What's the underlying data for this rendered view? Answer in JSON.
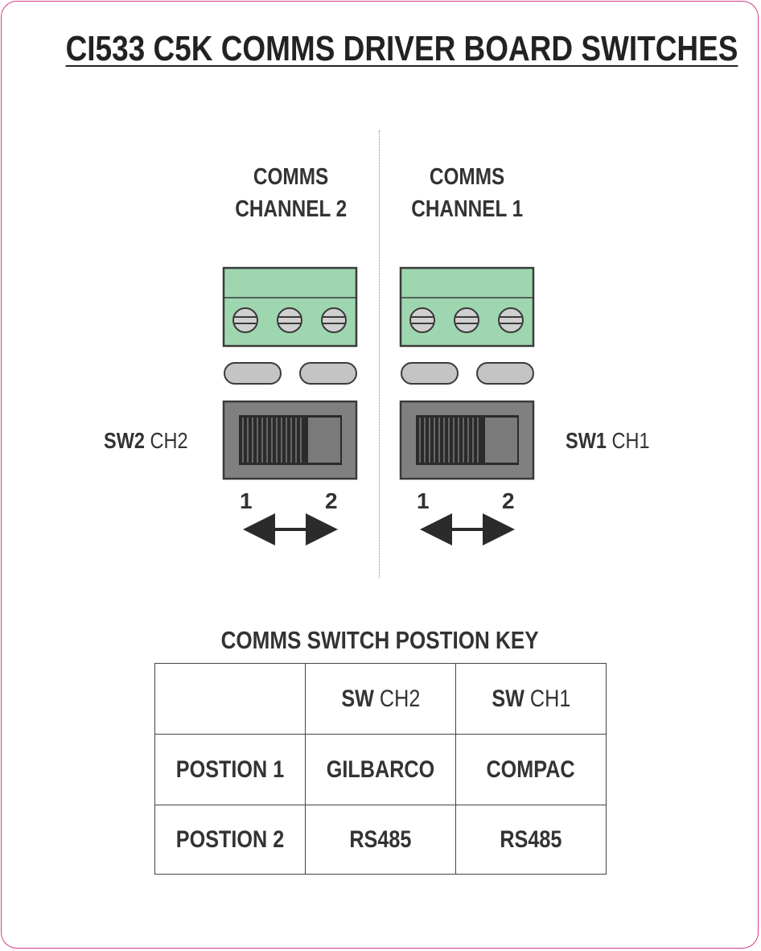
{
  "title": "CI533 C5K COMMS DRIVER BOARD SWITCHES",
  "channels": [
    {
      "line1": "COMMS",
      "line2": "CHANNEL 2",
      "sw_bold": "SW2",
      "sw_rest": " CH2",
      "pos1": "1",
      "pos2": "2"
    },
    {
      "line1": "COMMS",
      "line2": "CHANNEL 1",
      "sw_bold": "SW1",
      "sw_rest": " CH1",
      "pos1": "1",
      "pos2": "2"
    }
  ],
  "key": {
    "title": "COMMS SWITCH POSTION KEY",
    "header": [
      {
        "bold": "SW",
        "rest": " CH2"
      },
      {
        "bold": "SW",
        "rest": " CH1"
      }
    ],
    "rows": [
      {
        "label": "POSTION 1",
        "ch2": "GILBARCO",
        "ch1": "COMPAC"
      },
      {
        "label": "POSTION 2",
        "ch2": "RS485",
        "ch1": "RS485"
      }
    ]
  },
  "colors": {
    "border": "#d63a8c",
    "terminal": "#9ed6b0",
    "switch_body": "#808080",
    "led": "#c4c4c4"
  }
}
